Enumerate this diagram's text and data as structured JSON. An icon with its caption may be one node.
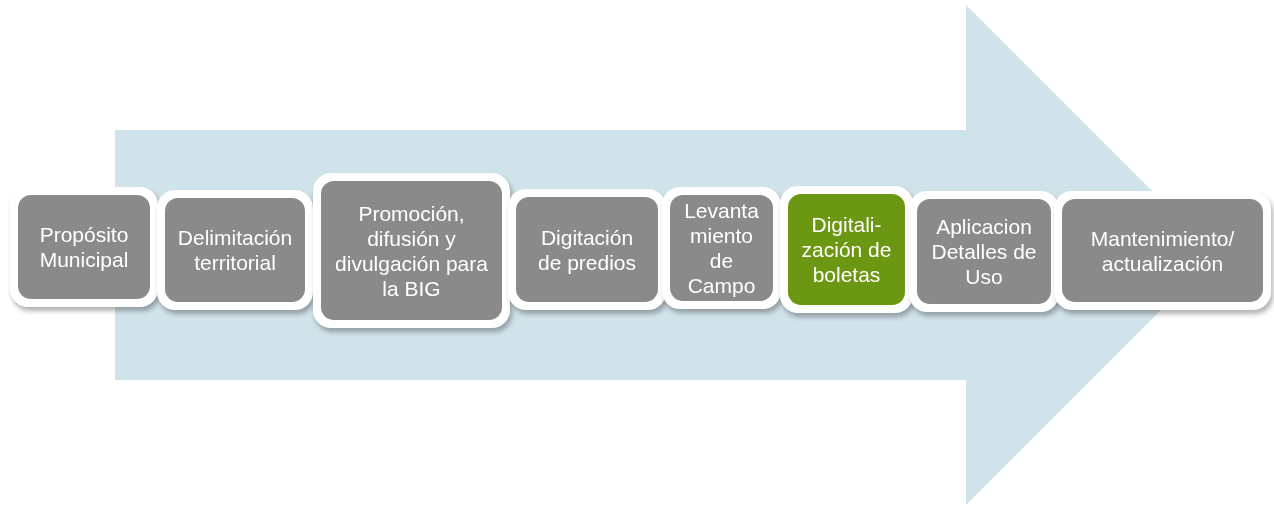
{
  "diagram": {
    "nodes": [
      {
        "text": [
          "Propósito Municipal"
        ]
      },
      {
        "text": [
          "Delimitación territorial"
        ]
      },
      {
        "text": [
          "Promoción, difusión y divulgación para la BIG"
        ]
      },
      {
        "text": [
          "Digitación de predios"
        ]
      },
      {
        "text": [
          "Levanta miento de Campo"
        ]
      },
      {
        "text": [
          "Digitali- zación de boletas"
        ]
      },
      {
        "text": [
          "Aplicacion Detalles de Uso"
        ]
      },
      {
        "text": [
          "Mantenimiento/ actualización"
        ]
      }
    ],
    "edges": [
      {
        "from": 0,
        "to": 7,
        "arrow": "to"
      }
    ]
  }
}
